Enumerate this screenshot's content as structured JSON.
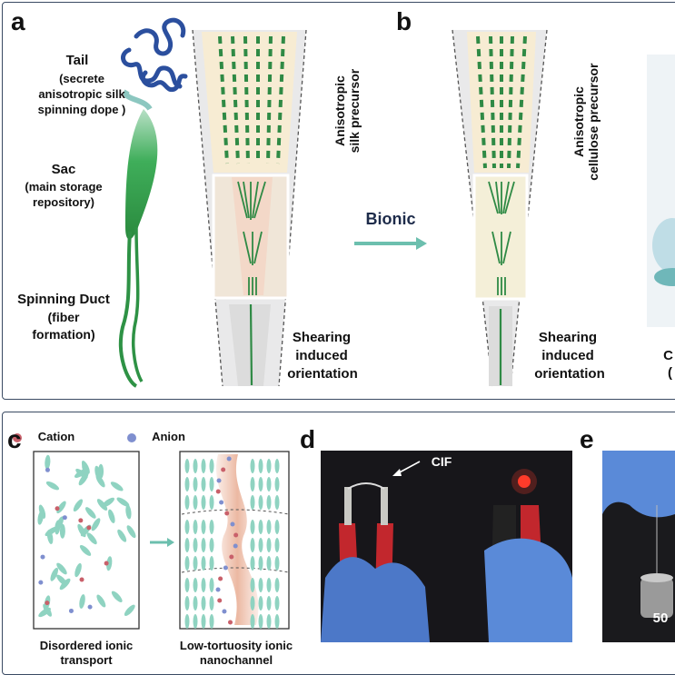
{
  "panel_a": {
    "label": "a",
    "tail_title": "Tail",
    "tail_desc_1": "(secrete",
    "tail_desc_2": "anisotropic silk",
    "tail_desc_3": "spinning dope )",
    "sac_title": "Sac",
    "sac_desc_1": "(main storage",
    "sac_desc_2": "repository)",
    "duct_title": "Spinning Duct",
    "duct_desc_1": "(fiber",
    "duct_desc_2": "formation)",
    "precursor_1": "Anisotropic",
    "precursor_2": "silk precursor",
    "shear_1": "Shearing",
    "shear_2": "induced",
    "shear_3": "orientation"
  },
  "arrow_label": "Bionic",
  "panel_b": {
    "label": "b",
    "precursor_1": "Anisotropic",
    "precursor_2": "cellulose precursor",
    "shear_1": "Shearing",
    "shear_2": "induced",
    "shear_3": "orientation",
    "cut_text_1": "C",
    "cut_text_2": "("
  },
  "panel_c": {
    "label": "c",
    "legend_cation": "Cation",
    "legend_anion": "Anion",
    "left_caption_1": "Disordered ionic",
    "left_caption_2": "transport",
    "right_caption_1": "Low-tortuosity ionic",
    "right_caption_2": "nanochannel"
  },
  "panel_d": {
    "label": "d",
    "annotation": "CIF"
  },
  "panel_e": {
    "label": "e",
    "weight_label": "50"
  },
  "colors": {
    "frame": "#3a4a63",
    "green_dash": "#2f8a45",
    "arrow_teal": "#6cbfae",
    "ellipse": "#8fd3c1",
    "cation": "#c9606a",
    "anion": "#7f8fcf"
  }
}
